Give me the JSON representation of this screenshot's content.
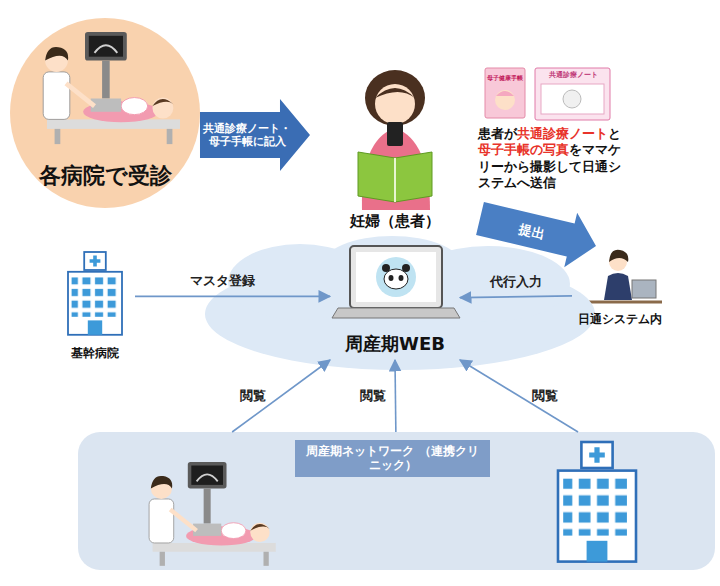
{
  "diagram": {
    "nodes": [
      {
        "text": [
          "各病院で受診"
        ]
      },
      {
        "text": [
          "妊婦（患者）"
        ]
      },
      {
        "text": [
          "日通システム内"
        ]
      },
      {
        "text": [
          "基幹病院"
        ]
      },
      {
        "text": [
          "周産期WEB"
        ]
      },
      {
        "text": [
          "周産期ネットワーク （連携クリニック）"
        ]
      }
    ],
    "edges": [
      {
        "from": 0,
        "to": 1,
        "label": "共通診療ノート・ 母子手帳に記入",
        "arrow": "to"
      },
      {
        "from": 1,
        "to": 2,
        "label": "提出",
        "arrow": "to"
      },
      {
        "from": 2,
        "to": 4,
        "label": "代行入力",
        "arrow": "to"
      },
      {
        "from": 3,
        "to": 4,
        "label": "マスタ登録",
        "arrow": "to"
      },
      {
        "from": 5,
        "to": 4,
        "label": "閲覧",
        "arrow": "to"
      },
      {
        "from": 5,
        "to": 4,
        "label": "閲覧",
        "arrow": "to"
      },
      {
        "from": 5,
        "to": 4,
        "label": "閲覧",
        "arrow": "to"
      }
    ],
    "labels": [
      "母子健康手帳",
      "共通診療ノート",
      "患者が",
      "共通診療ノート",
      "と",
      "母子手帳の写真",
      "をママケリーから撮影して日通システムへ送信"
    ]
  }
}
